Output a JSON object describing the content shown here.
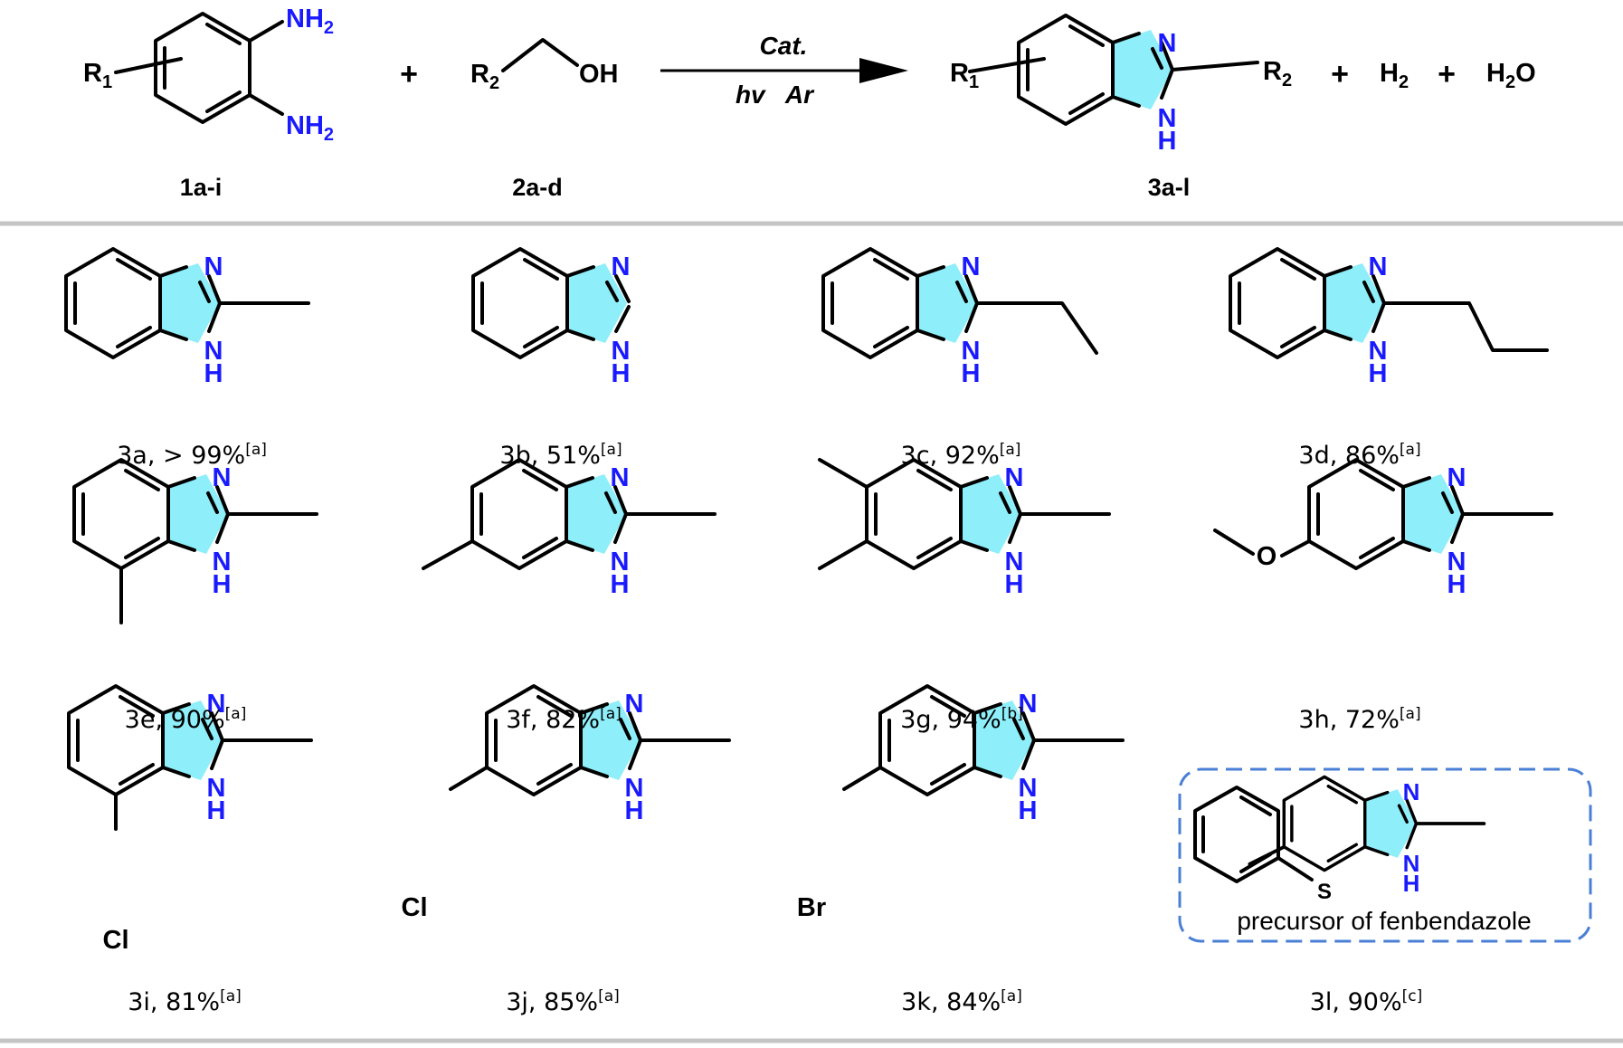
{
  "equation": {
    "reactant1_sub": "R",
    "reactant1_sub_index": "1",
    "reactant1_amine_top": "NH",
    "reactant1_amine_bottom": "NH",
    "amine_index": "2",
    "reactant2_r": "R",
    "reactant2_r_index": "2",
    "reactant2_oh": "OH",
    "plus": "+",
    "condition_top": "Cat.",
    "condition_bottom": "hv   Ar",
    "product_r1": "R",
    "product_r1_index": "1",
    "product_r2": "R",
    "product_r2_index": "2",
    "byproduct_h2": "H",
    "byproduct_h2_index": "2",
    "byproduct_water": "H",
    "byproduct_water_index": "2",
    "byproduct_water_o": "O",
    "code_reactant1": "1a-i",
    "code_reactant2": "2a-d",
    "code_product": "3a-l"
  },
  "atoms": {
    "N": "N",
    "NH_N": "N",
    "NH_H": "H",
    "O": "O",
    "S": "S",
    "Cl": "Cl",
    "Br": "Br"
  },
  "compounds": [
    {
      "id": "3a",
      "text": "3a, > 99%",
      "note": "[a]"
    },
    {
      "id": "3b",
      "text": "3b, 51%",
      "note": "[a]"
    },
    {
      "id": "3c",
      "text": "3c, 92%",
      "note": "[a]"
    },
    {
      "id": "3d",
      "text": "3d, 86%",
      "note": "[a]"
    },
    {
      "id": "3e",
      "text": "3e, 90%",
      "note": "[a]"
    },
    {
      "id": "3f",
      "text": "3f, 82%",
      "note": "[a]"
    },
    {
      "id": "3g",
      "text": "3g, 94%",
      "note": "[b]"
    },
    {
      "id": "3h",
      "text": "3h, 72%",
      "note": "[a]"
    },
    {
      "id": "3i",
      "text": "3i, 81%",
      "note": "[a]"
    },
    {
      "id": "3j",
      "text": "3j, 85%",
      "note": "[a]"
    },
    {
      "id": "3k",
      "text": "3k, 84%",
      "note": "[a]"
    },
    {
      "id": "3l",
      "text": "3l, 90%",
      "note": "[c]"
    }
  ],
  "highlight_note": "precursor of fenbendazole",
  "colors": {
    "imidazole_fill": "#8eeefa",
    "heteroatom": "#1a1aff",
    "divider": "#c4c4c4",
    "highlight_box": "#4a7fd6"
  }
}
